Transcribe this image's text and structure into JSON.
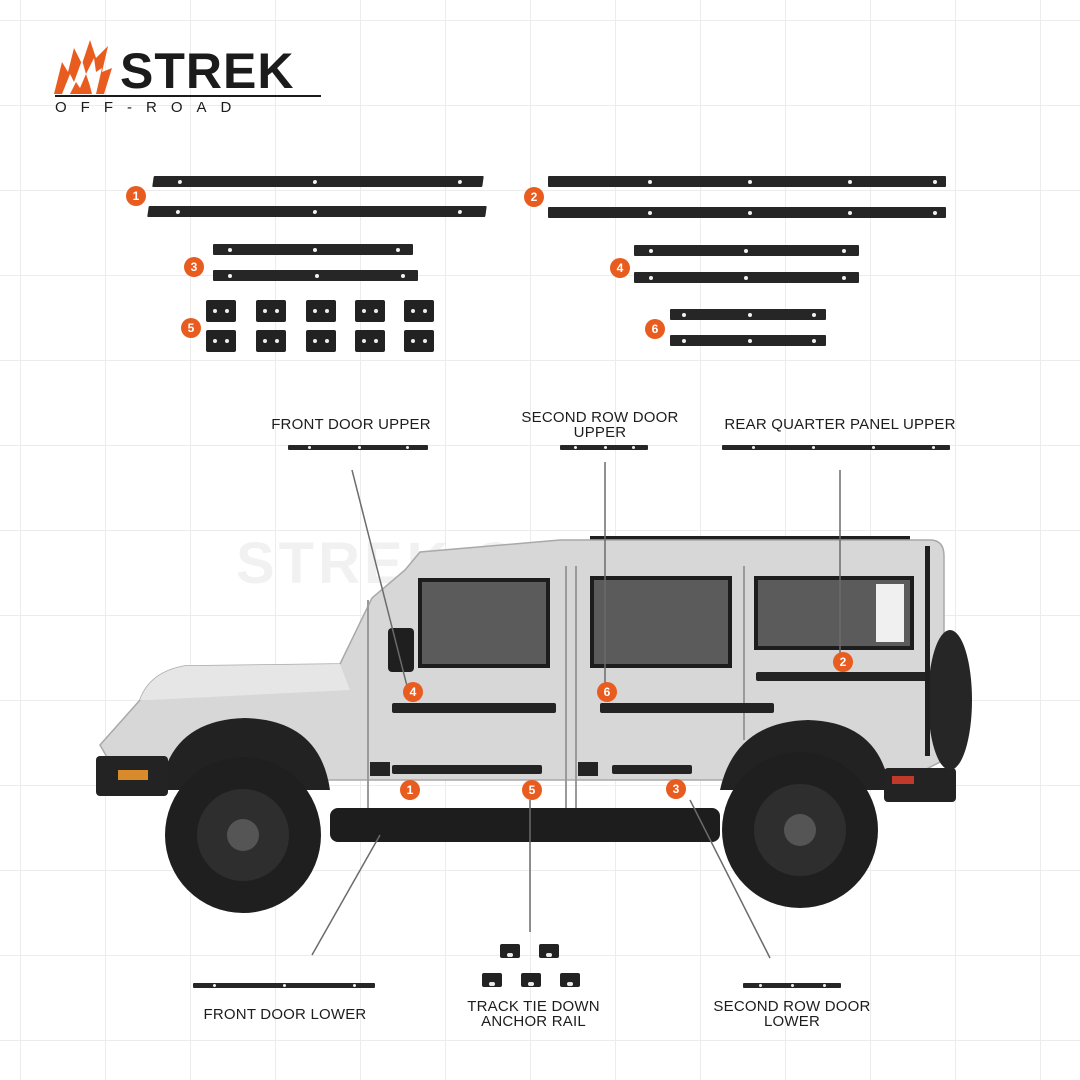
{
  "brand": {
    "name": "STREK",
    "tagline": "OFF-ROAD",
    "accent_color": "#e85d1f",
    "logo_icon": "flame-icon"
  },
  "watermark": {
    "text": "STREK OFF-ROAD"
  },
  "part_badges": [
    "1",
    "2",
    "3",
    "4",
    "5",
    "6"
  ],
  "callouts": {
    "front_door_upper": "FRONT DOOR UPPER",
    "second_row_door_upper": "SECOND ROW DOOR UPPER",
    "rear_quarter_panel_upper": "REAR QUARTER PANEL UPPER",
    "front_door_lower": "FRONT DOOR LOWER",
    "track_tie_down_anchor_rail": "TRACK TIE DOWN ANCHOR RAIL",
    "second_row_door_lower": "SECOND ROW DOOR LOWER"
  },
  "vehicle": {
    "icon": "suv-side-view-icon",
    "body_color": "#d7d7d7",
    "trim_color": "#1f1f1f"
  }
}
